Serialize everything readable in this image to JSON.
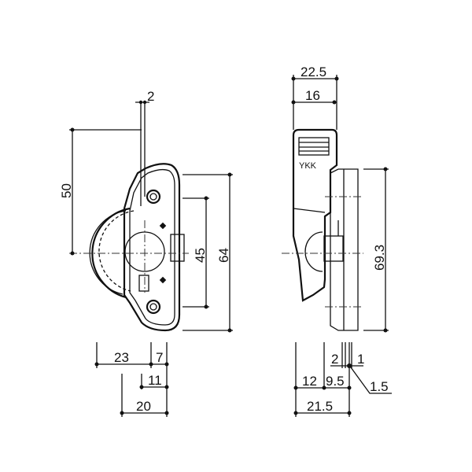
{
  "front_view": {
    "dims": {
      "rod_width": "2",
      "height_to_center": "50",
      "screw_pitch": "45",
      "overall_height": "64",
      "left_width": "23",
      "right_width": "7",
      "depth_a": "11",
      "depth_b": "20"
    }
  },
  "side_view": {
    "brand": "YKK",
    "dims": {
      "overall_width": "22.5",
      "handle_width": "16",
      "overall_height": "69.3",
      "gap": "2",
      "plate": "1",
      "offset": "1.5",
      "depth_a": "12",
      "depth_b": "9.5",
      "total_depth": "21.5"
    }
  }
}
